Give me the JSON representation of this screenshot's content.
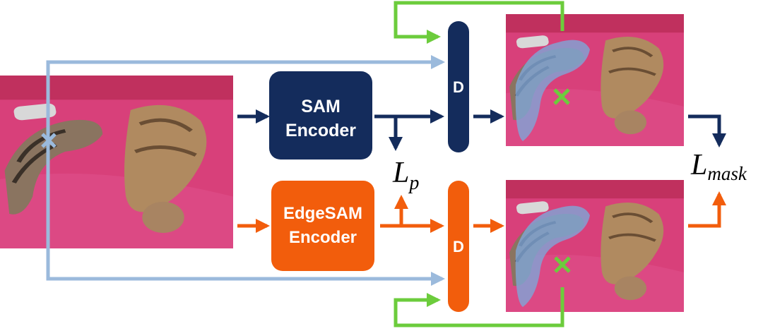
{
  "colors": {
    "sam_navy": "#142c5c",
    "edgesam_orange": "#f25d0c",
    "prompt_blue": "#9bbadc",
    "feedback_green": "#6ccc3c",
    "background_pink": "#d8407a",
    "cat_overlay_blue": "#7ea6d8"
  },
  "sam_encoder": {
    "line1": "SAM",
    "line2": "Encoder"
  },
  "edgesam_encoder": {
    "line1": "EdgeSAM",
    "line2": "Encoder"
  },
  "decoder_top": {
    "label": "D"
  },
  "decoder_bottom": {
    "label": "D"
  },
  "loss_p": {
    "base": "L",
    "sub": "p"
  },
  "loss_mask": {
    "base": "L",
    "sub": "mask"
  },
  "icons": [
    "input-photo-cats",
    "output-mask-photo",
    "point-prompt-x-icon"
  ]
}
